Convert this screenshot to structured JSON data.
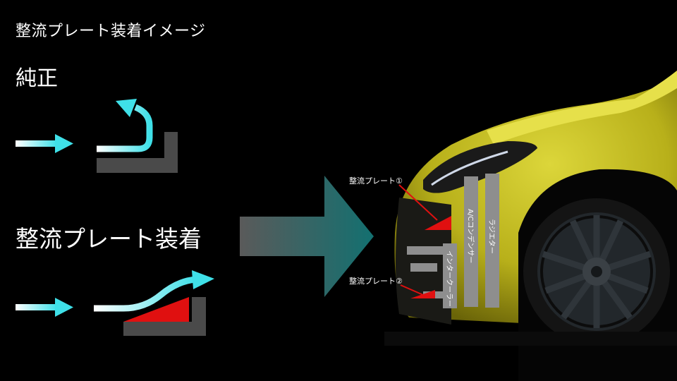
{
  "title": "整流プレート装着イメージ",
  "labels": {
    "standard": "純正",
    "with_plate": "整流プレート装着"
  },
  "callouts": {
    "plate1": "整流プレート①",
    "plate2": "整流プレート②",
    "ac_condenser": "A/Cコンデンサー",
    "radiator": "ラジエター",
    "intercooler": "インタークーラー"
  },
  "colors": {
    "airflow": "#3fe0e8",
    "plate": "#e01010",
    "body_panel": "#4a4a4a",
    "big_arrow_start": "#555555",
    "big_arrow_end": "#1a7070",
    "car_body": "#c8c020"
  }
}
